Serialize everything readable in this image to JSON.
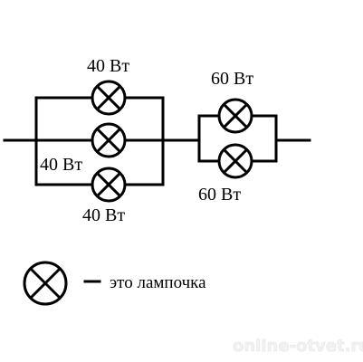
{
  "labels": {
    "left_top": "40 Вт",
    "left_middle": "40 Вт",
    "left_bottom": "40 Вт",
    "right_top": "60 Вт",
    "right_bottom": "60 Вт"
  },
  "legend": {
    "text": "это лампочка"
  },
  "watermark": "online-otvet.ru"
}
